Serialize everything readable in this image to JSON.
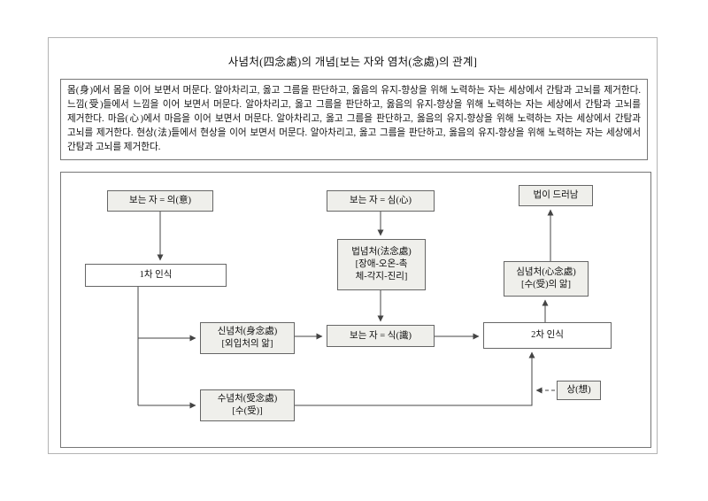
{
  "title": "사념처(四念處)의 개념[보는 자와 염처(念處)의 관계]",
  "paragraph": "몸(身)에서 몸을 이어 보면서 머문다. 알아차리고, 옳고 그름을 판단하고, 옳음의 유지-향상을 위해 노력하는 자는 세상에서 간탐과 고뇌를 제거한다. 느낌(受)들에서 느낌을 이어 보면서 머문다. 알아차리고, 옳고 그름을 판단하고, 옳음의 유지-향상을 위해 노력하는 자는 세상에서 간탐과 고뇌를 제거한다. 마음(心)에서 마음을 이어 보면서 머문다. 알아차리고, 옳고 그름을 판단하고, 옳음의 유지-향상을 위해 노력하는 자는 세상에서 간탐과 고뇌를 제거한다. 현상(法)들에서 현상을 이어 보면서 머문다. 알아차리고, 옳고 그름을 판단하고, 옳음의 유지-향상을 위해 노력하는 자는 세상에서 간탐과 고뇌를 제거한다.",
  "diagram": {
    "nodes": {
      "viewer_ui": {
        "label": "보는 자 = 의(意)"
      },
      "viewer_sim": {
        "label": "보는 자 = 심(心)"
      },
      "viewer_sik": {
        "label": "보는 자 = 식(識)"
      },
      "dharma_revealed": {
        "label": "법이 드러남"
      },
      "first_recognition": {
        "label": "1차 인식"
      },
      "second_recognition": {
        "label": "2차 인식"
      },
      "dharma_foundation": {
        "lines": [
          "법념처(法念處)",
          "[장애-오온-촉",
          "체-각지-진리]"
        ]
      },
      "mind_foundation": {
        "lines": [
          "심념처(心念處)",
          "[수(受)의 앎]"
        ]
      },
      "body_foundation": {
        "lines": [
          "신념처(身念處)",
          "[외입처의 앎]"
        ]
      },
      "feeling_foundation": {
        "lines": [
          "수념처(受念處)",
          "[수(受)]"
        ]
      },
      "sang": {
        "label": "상(想)"
      }
    },
    "colors": {
      "node_fill": "#efefeb",
      "node_border": "#666666",
      "arrow_line": "#444444"
    }
  }
}
